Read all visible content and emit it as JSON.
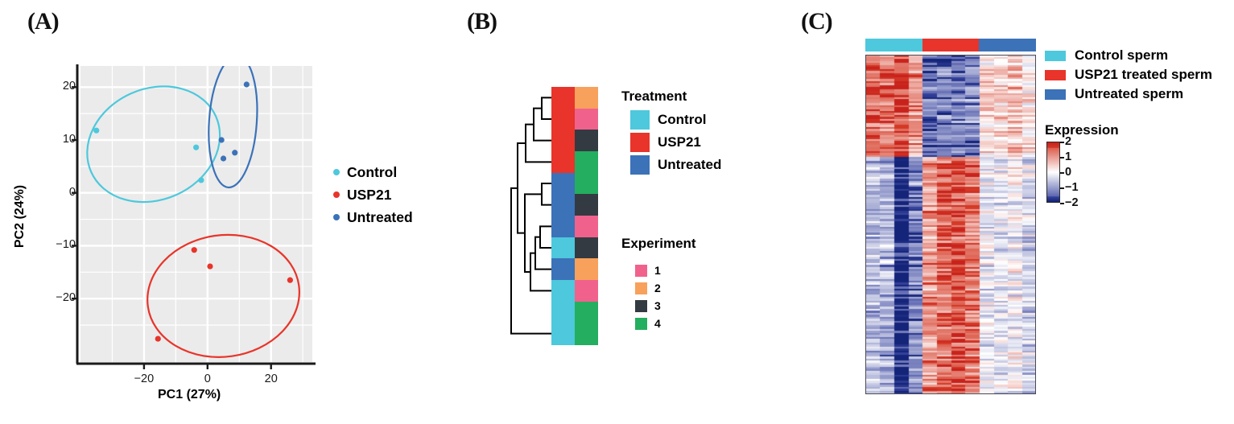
{
  "figure": {
    "panels": [
      {
        "id": "A",
        "letter": "(A)"
      },
      {
        "id": "B",
        "letter": "(B)"
      },
      {
        "id": "C",
        "letter": "(C)"
      }
    ]
  },
  "colors": {
    "control_cyan": "#4DC8DC",
    "usp21_red": "#E8342A",
    "untreated_blue": "#3B72B8",
    "exp1_pink": "#F0628C",
    "exp2_orange": "#F7A15C",
    "exp3_dark": "#343A42",
    "exp4_green": "#24AE5F",
    "panel_bg": "#EBEBEB",
    "grid_white": "#FFFFFF",
    "axis_black": "#1A1A1A"
  },
  "panelA": {
    "letter": "(A)",
    "chart_data": {
      "type": "scatter",
      "title": "",
      "xlabel": "PC1 (27%)",
      "ylabel": "PC2 (24%)",
      "xlim": [
        -40,
        33
      ],
      "ylim": [
        -32,
        24
      ],
      "xticks": [
        -20,
        0,
        20
      ],
      "xticklabels": [
        "−20",
        "0",
        "20"
      ],
      "yticks": [
        -20,
        -10,
        0,
        10,
        20
      ],
      "yticklabels": [
        "−20",
        "−10",
        "0",
        "10",
        "20"
      ],
      "grid": true,
      "legend_position": "right",
      "series": [
        {
          "name": "Control",
          "color": "#4DC8DC",
          "points": [
            {
              "x": -35.0,
              "y": 11.8
            },
            {
              "x": -3.6,
              "y": 8.6
            },
            {
              "x": -2.0,
              "y": 2.4
            }
          ],
          "ellipse": {
            "cx": -17.0,
            "cy": 9.2,
            "rx": 21.5,
            "ry": 10.5,
            "rotation": -24
          }
        },
        {
          "name": "USP21",
          "color": "#E8342A",
          "points": [
            {
              "x": -4.2,
              "y": -10.8
            },
            {
              "x": 0.8,
              "y": -13.9
            },
            {
              "x": 26.0,
              "y": -16.5
            },
            {
              "x": -15.6,
              "y": -27.6
            }
          ],
          "ellipse": {
            "cx": 5.0,
            "cy": -19.5,
            "rx": 24.0,
            "ry": 11.5,
            "rotation": -8
          }
        },
        {
          "name": "Untreated",
          "color": "#3B72B8",
          "points": [
            {
              "x": 12.3,
              "y": 20.5
            },
            {
              "x": 4.4,
              "y": 10.0
            },
            {
              "x": 8.6,
              "y": 7.6
            },
            {
              "x": 5.0,
              "y": 6.5
            }
          ],
          "ellipse": {
            "cx": 8.0,
            "cy": 13.5,
            "rx": 7.5,
            "ry": 12.5,
            "rotation": 4
          }
        }
      ],
      "legend": [
        {
          "label": "Control",
          "color": "#4DC8DC"
        },
        {
          "label": "USP21",
          "color": "#E8342A"
        },
        {
          "label": "Untreated",
          "color": "#3B72B8"
        }
      ]
    }
  },
  "panelB": {
    "letter": "(B)",
    "chart_data": {
      "type": "heatmap",
      "description": "hierarchical clustering dendrogram with treatment and experiment annotation columns",
      "n_samples": 12,
      "annotation_columns": [
        "Treatment",
        "Experiment"
      ],
      "rows": [
        {
          "treatment": "USP21",
          "experiment": "2"
        },
        {
          "treatment": "USP21",
          "experiment": "1"
        },
        {
          "treatment": "USP21",
          "experiment": "3"
        },
        {
          "treatment": "USP21",
          "experiment": "4"
        },
        {
          "treatment": "Untreated",
          "experiment": "4"
        },
        {
          "treatment": "Untreated",
          "experiment": "3"
        },
        {
          "treatment": "Untreated",
          "experiment": "1"
        },
        {
          "treatment": "Control",
          "experiment": "3"
        },
        {
          "treatment": "Untreated",
          "experiment": "2"
        },
        {
          "treatment": "Control",
          "experiment": "1"
        },
        {
          "treatment": "Control",
          "experiment": "4"
        },
        {
          "treatment": "Control",
          "experiment": "4"
        }
      ]
    },
    "treatment_legend": {
      "title": "Treatment",
      "items": [
        {
          "label": "Control",
          "color": "#4DC8DC"
        },
        {
          "label": "USP21",
          "color": "#E8342A"
        },
        {
          "label": "Untreated",
          "color": "#3B72B8"
        }
      ]
    },
    "experiment_legend": {
      "title": "Experiment",
      "items": [
        {
          "label": "1",
          "color": "#F0628C"
        },
        {
          "label": "2",
          "color": "#F7A15C"
        },
        {
          "label": "3",
          "color": "#343A42"
        },
        {
          "label": "4",
          "color": "#24AE5F"
        }
      ]
    }
  },
  "panelC": {
    "letter": "(C)",
    "chart_data": {
      "type": "heatmap",
      "description": "gene expression heatmap, 12 sample columns in 3 treatment blocks",
      "n_columns": 12,
      "column_blocks": [
        {
          "label": "Control sperm",
          "color": "#4DC8DC",
          "n": 4
        },
        {
          "label": "USP21 treated sperm",
          "color": "#E8342A",
          "n": 4
        },
        {
          "label": "Untreated sperm",
          "color": "#3B72B8",
          "n": 4
        }
      ],
      "colorbar": {
        "title": "Expression",
        "ticks": [
          2,
          1,
          0,
          -1,
          -2
        ],
        "ticklabels": [
          "2",
          "1",
          "0",
          "−1",
          "−2"
        ],
        "vmin": -2,
        "vmax": 2,
        "colormap": "blue-white-red (diverging, red high)"
      },
      "clusters": [
        {
          "name": "upper",
          "fraction": 0.3,
          "block_means": [
            1.3,
            -1.2,
            0.4
          ],
          "note": "high in control sperm, low in USP21 treated"
        },
        {
          "name": "lower",
          "fraction": 0.7,
          "block_means": [
            -1.0,
            1.3,
            -0.3
          ],
          "note": "high in USP21 treated sperm, low in control"
        }
      ]
    },
    "sample_legend": {
      "items": [
        {
          "label": "Control sperm",
          "color": "#4DC8DC"
        },
        {
          "label": "USP21 treated sperm",
          "color": "#E8342A"
        },
        {
          "label": "Untreated sperm",
          "color": "#3B72B8"
        }
      ]
    },
    "expression_legend": {
      "title": "Expression"
    }
  }
}
